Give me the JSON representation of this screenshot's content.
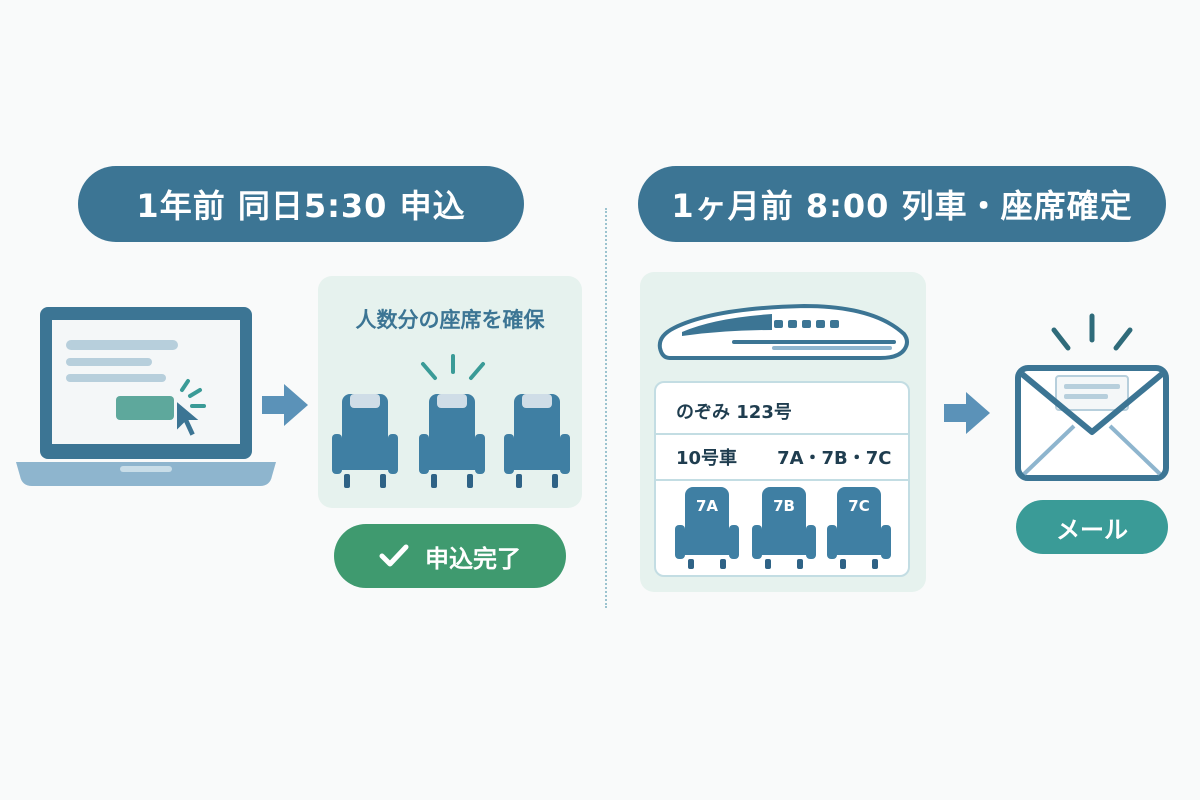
{
  "left": {
    "header": "1年前 同日5:30 申込",
    "panel_title": "人数分の座席を確保",
    "done_button": "申込完了"
  },
  "right": {
    "header": "1ヶ月前 8:00 列車・座席確定",
    "train_name": "のぞみ 123号",
    "car": "10号車",
    "seats_text": "7A・7B・7C",
    "seat_labels": [
      "7A",
      "7B",
      "7C"
    ],
    "mail_button": "メール"
  },
  "colors": {
    "header_bg": "#3c7594",
    "done_green": "#3f9a6f",
    "mail_teal": "#3a9b97",
    "panel_bg": "#e6f2ee"
  }
}
